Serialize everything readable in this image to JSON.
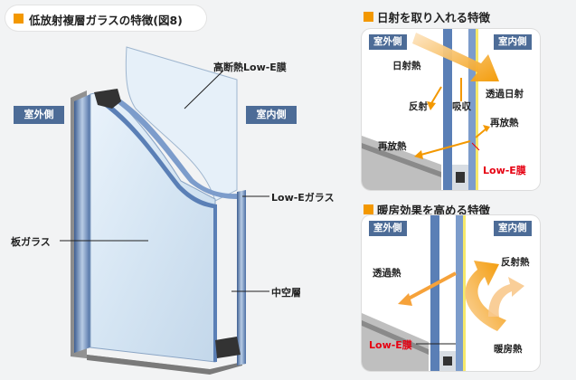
{
  "title": "低放射複層ガラスの特徴(図8)",
  "main_diagram": {
    "outdoor_label": "室外側",
    "indoor_label": "室内側",
    "low_e_film_label": "高断熱Low-E膜",
    "low_e_glass_label": "Low-Eガラス",
    "plate_glass_label": "板ガラス",
    "air_layer_label": "中空層"
  },
  "panel_solar": {
    "heading": "日射を取り入れる特徴",
    "outdoor_label": "室外側",
    "indoor_label": "室内側",
    "solar_heat": "日射熱",
    "reflection": "反射",
    "absorption": "吸収",
    "transmitted_solar": "透過日射",
    "re_radiated_heat_right": "再放熱",
    "re_radiated_heat_left": "再放熱",
    "low_e_film": "Low-E膜"
  },
  "panel_heating": {
    "heading": "暖房効果を高める特徴",
    "outdoor_label": "室外側",
    "indoor_label": "室内側",
    "transmitted_heat": "透過熱",
    "reflected_heat": "反射熱",
    "heating_heat": "暖房熱",
    "low_e_film": "Low-E膜"
  },
  "colors": {
    "accent_orange": "#f39800",
    "tag_blue": "#4d6c97",
    "low_e_red": "#e60012",
    "background": "#f2f3f4"
  }
}
